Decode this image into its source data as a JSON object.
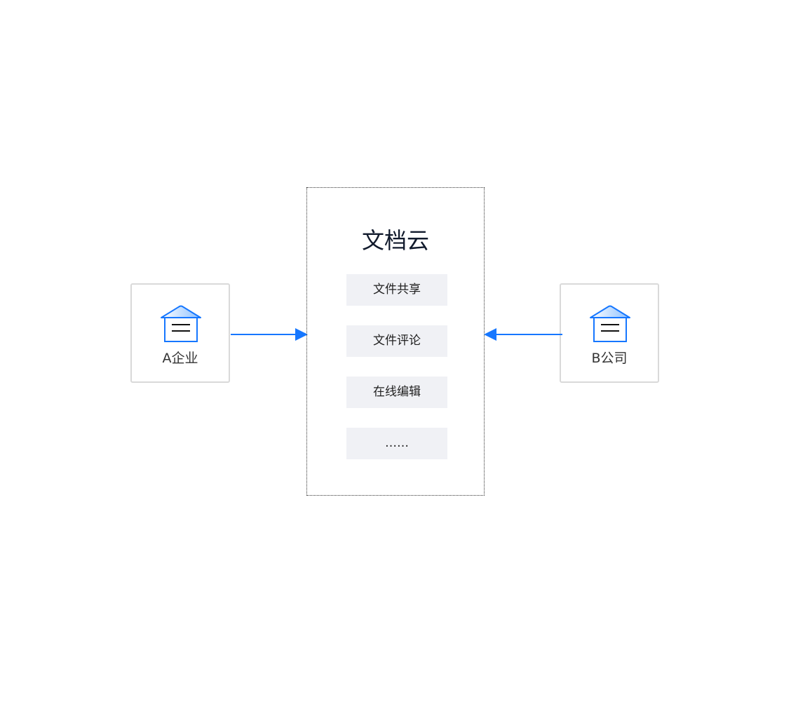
{
  "left_node": {
    "label": "A企业",
    "icon": "building-icon"
  },
  "right_node": {
    "label": "B公司",
    "icon": "building-icon"
  },
  "cloud": {
    "title": "文档云",
    "items": [
      "文件共享",
      "文件评论",
      "在线编辑",
      "……"
    ]
  },
  "colors": {
    "accent": "#1677ff",
    "border": "#d9d9d9",
    "item_bg": "#f0f1f5"
  }
}
